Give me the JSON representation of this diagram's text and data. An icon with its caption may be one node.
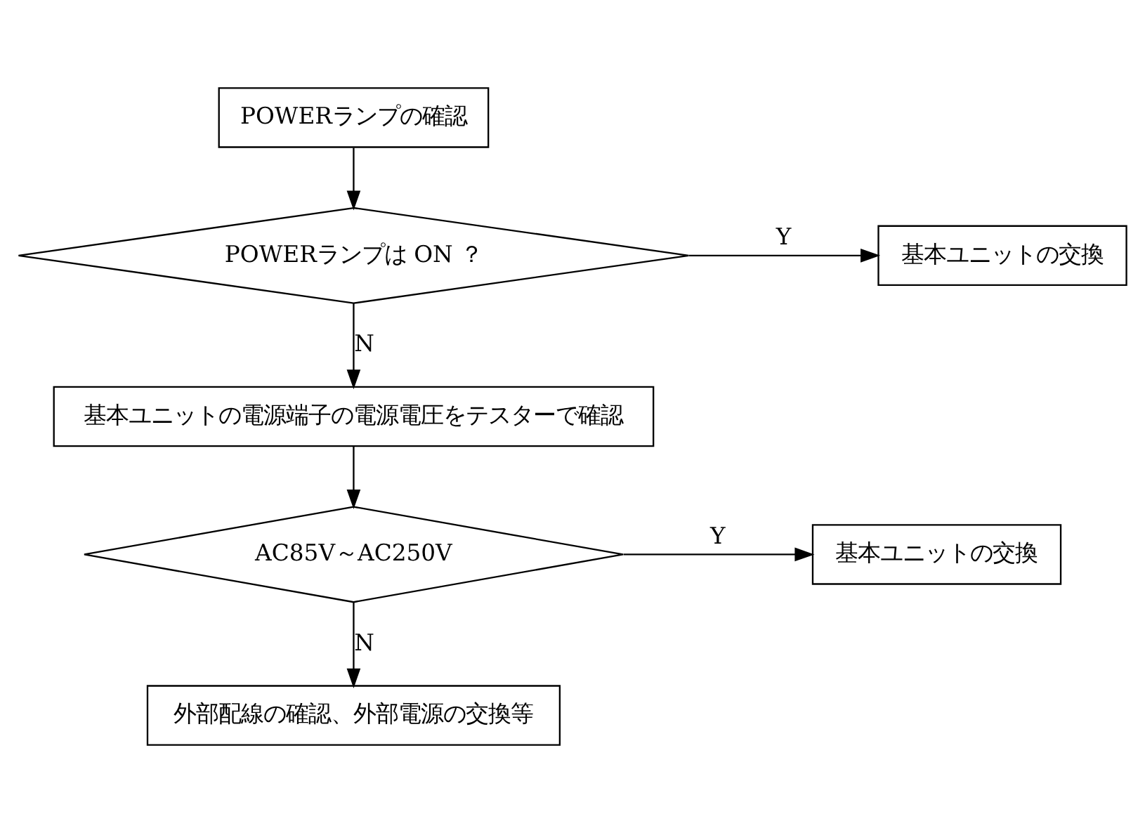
{
  "diagram": {
    "nodes": [
      {
        "text": [
          "POWERランプの確認"
        ]
      },
      {
        "text": [
          "POWERランプは ON ？"
        ]
      },
      {
        "text": [
          "基本ユニットの交換"
        ]
      },
      {
        "text": [
          "基本ユニットの電源端子の電源電圧をテスターで確認"
        ]
      },
      {
        "text": [
          "AC85V～AC250V"
        ]
      },
      {
        "text": [
          "基本ユニットの交換"
        ]
      },
      {
        "text": [
          "外部配線の確認、外部電源の交換等"
        ]
      }
    ],
    "edges": [
      {
        "from": 0,
        "to": 1,
        "arrow": "to"
      },
      {
        "from": 1,
        "to": 2,
        "arrow": "to",
        "label": "Y"
      },
      {
        "from": 1,
        "to": 3,
        "arrow": "to",
        "label": "N"
      },
      {
        "from": 3,
        "to": 4,
        "arrow": "to"
      },
      {
        "from": 4,
        "to": 5,
        "arrow": "to",
        "label": "Y"
      },
      {
        "from": 4,
        "to": 6,
        "arrow": "to",
        "label": "N"
      }
    ]
  }
}
